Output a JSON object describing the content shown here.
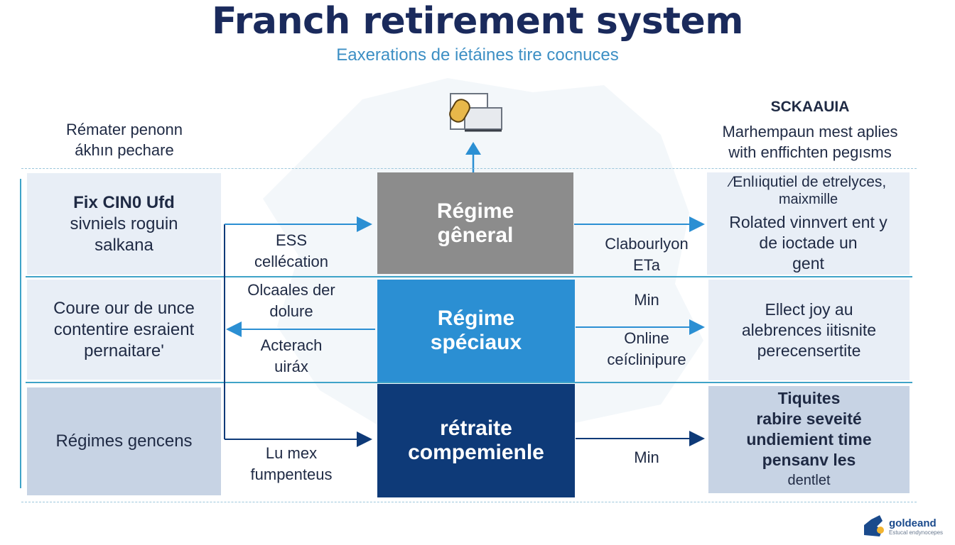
{
  "header": {
    "title": "Franch retirement system",
    "subtitle": "Eaxerations de iétáines tire cocnuces"
  },
  "left_header": {
    "line1": "Rémater penonn",
    "line2": "ákhın pechare"
  },
  "right_header": {
    "title": "SCKAAUIA",
    "line1": "Marhempaun mest aplies",
    "line2": "with enffichten pegısms"
  },
  "left_boxes": [
    {
      "lines": [
        "Fix  CIN0  Ufd",
        "sivniels roguin",
        "salkana"
      ]
    },
    {
      "lines": [
        "Coure our de unce",
        "contentire esraient",
        "pernaitare'"
      ]
    },
    {
      "lines": [
        "Régimes gencens"
      ]
    }
  ],
  "center_boxes": [
    {
      "lines": [
        "Régime",
        "gêneral"
      ],
      "color": "#8c8c8c"
    },
    {
      "lines": [
        "Régime",
        "spéciaux"
      ],
      "color": "#2b8fd3"
    },
    {
      "lines": [
        "rétraite",
        "compemienle"
      ],
      "color": "#0e3a78"
    }
  ],
  "right_boxes": [
    {
      "lines": [
        "⁄Enlıiqutiel de etrelyces,",
        "maixmille",
        "Rolated vinnvert ent y",
        "de ioctade un",
        "gent"
      ]
    },
    {
      "lines": [
        "Ellect joy au",
        "alebrences iitisnite",
        "perecensertite"
      ]
    },
    {
      "lines": [
        "Tiquites",
        "rabire seveité",
        "undiemient time",
        "pensanv les",
        "dentlet"
      ]
    }
  ],
  "mid_left_labels": [
    {
      "lines": [
        "ESS",
        "cellécation"
      ]
    },
    {
      "lines": [
        "Olcaales der",
        "dolure"
      ]
    },
    {
      "lines": [
        "Acterach",
        "uiráx"
      ]
    },
    {
      "lines": [
        "Lu mex",
        "fumpenteus"
      ]
    }
  ],
  "mid_right_labels": [
    {
      "lines": [
        "Clabourlyon",
        "ETa"
      ]
    },
    {
      "lines": [
        "Min"
      ]
    },
    {
      "lines": [
        "Online",
        "ceíclinipure"
      ]
    },
    {
      "lines": [
        "Min"
      ]
    }
  ],
  "logo": {
    "name": "goldeand",
    "tagline": "Estucal endynocepes"
  },
  "colors": {
    "accent_line": "#3fa3c8",
    "arrow_dark": "#0e3a78",
    "arrow_blue": "#2b8fd3"
  }
}
